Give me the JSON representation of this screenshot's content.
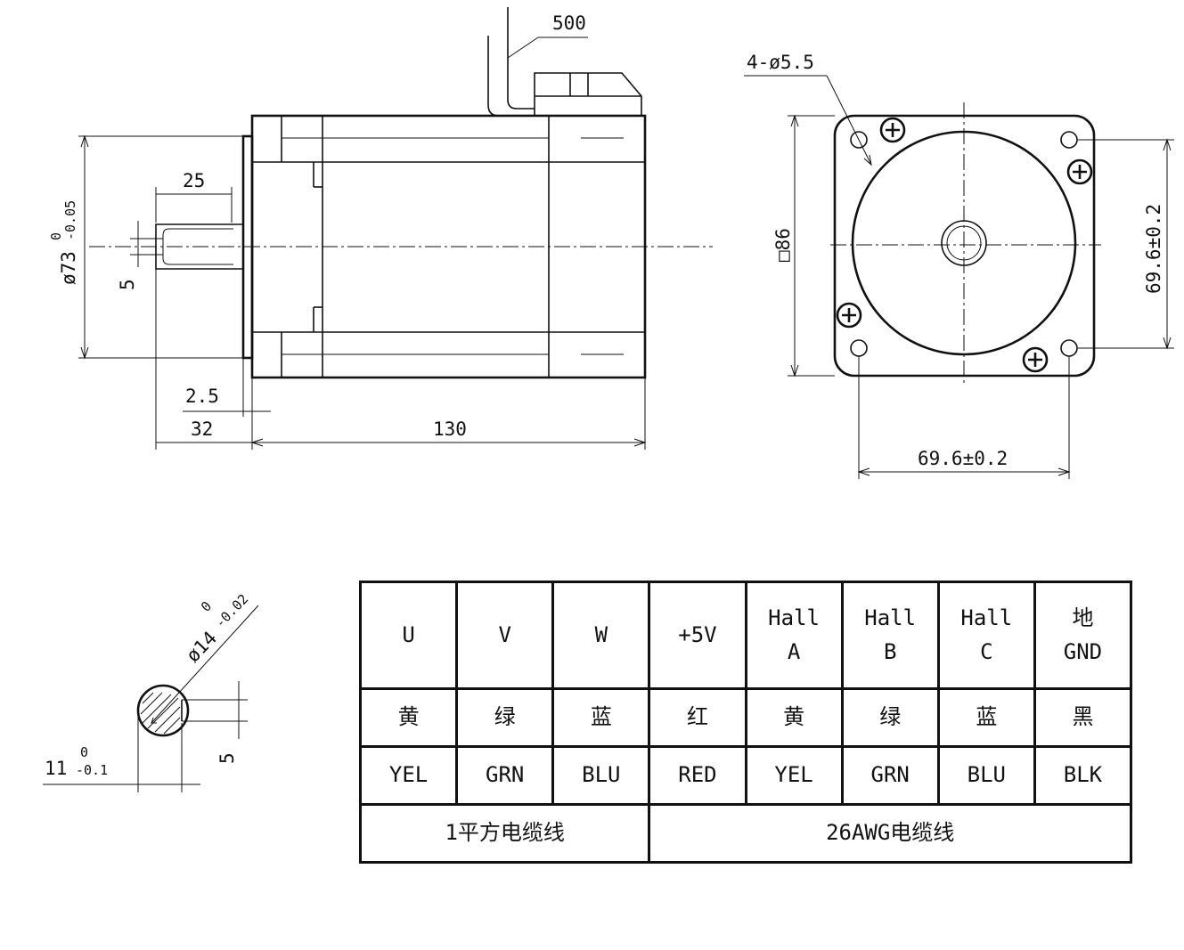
{
  "side_view": {
    "cable_length": "500",
    "flange_diameter": "ø73",
    "flange_diameter_tol_upper": "0",
    "flange_diameter_tol_lower": "-0.05",
    "shaft_length": "25",
    "key_width": "5",
    "boss_height": "2.5",
    "front_length": "32",
    "body_length": "130"
  },
  "front_view": {
    "holes": "4-ø5.5",
    "square": "□86",
    "pitch_vertical": "69.6±0.2",
    "pitch_horizontal": "69.6±0.2"
  },
  "shaft_section": {
    "shaft_diameter": "ø14",
    "shaft_diameter_tol_upper": "0",
    "shaft_diameter_tol_lower": "-0.02",
    "key_width": "5",
    "flat_depth": "11",
    "flat_depth_tol_upper": "0",
    "flat_depth_tol_lower": "-0.1"
  },
  "wiring_table": {
    "columns": [
      {
        "signal": [
          "U"
        ],
        "color": "黄",
        "code": "YEL"
      },
      {
        "signal": [
          "V"
        ],
        "color": "绿",
        "code": "GRN"
      },
      {
        "signal": [
          "W"
        ],
        "color": "蓝",
        "code": "BLU"
      },
      {
        "signal": [
          "+5V"
        ],
        "color": "红",
        "code": "RED"
      },
      {
        "signal": [
          "Hall",
          "A"
        ],
        "color": "黄",
        "code": "YEL"
      },
      {
        "signal": [
          "Hall",
          "B"
        ],
        "color": "绿",
        "code": "GRN"
      },
      {
        "signal": [
          "Hall",
          "C"
        ],
        "color": "蓝",
        "code": "BLU"
      },
      {
        "signal": [
          "地",
          "GND"
        ],
        "color": "黑",
        "code": "BLK"
      }
    ],
    "power_cable": "1平方电缆线",
    "signal_cable": "26AWG电缆线"
  }
}
